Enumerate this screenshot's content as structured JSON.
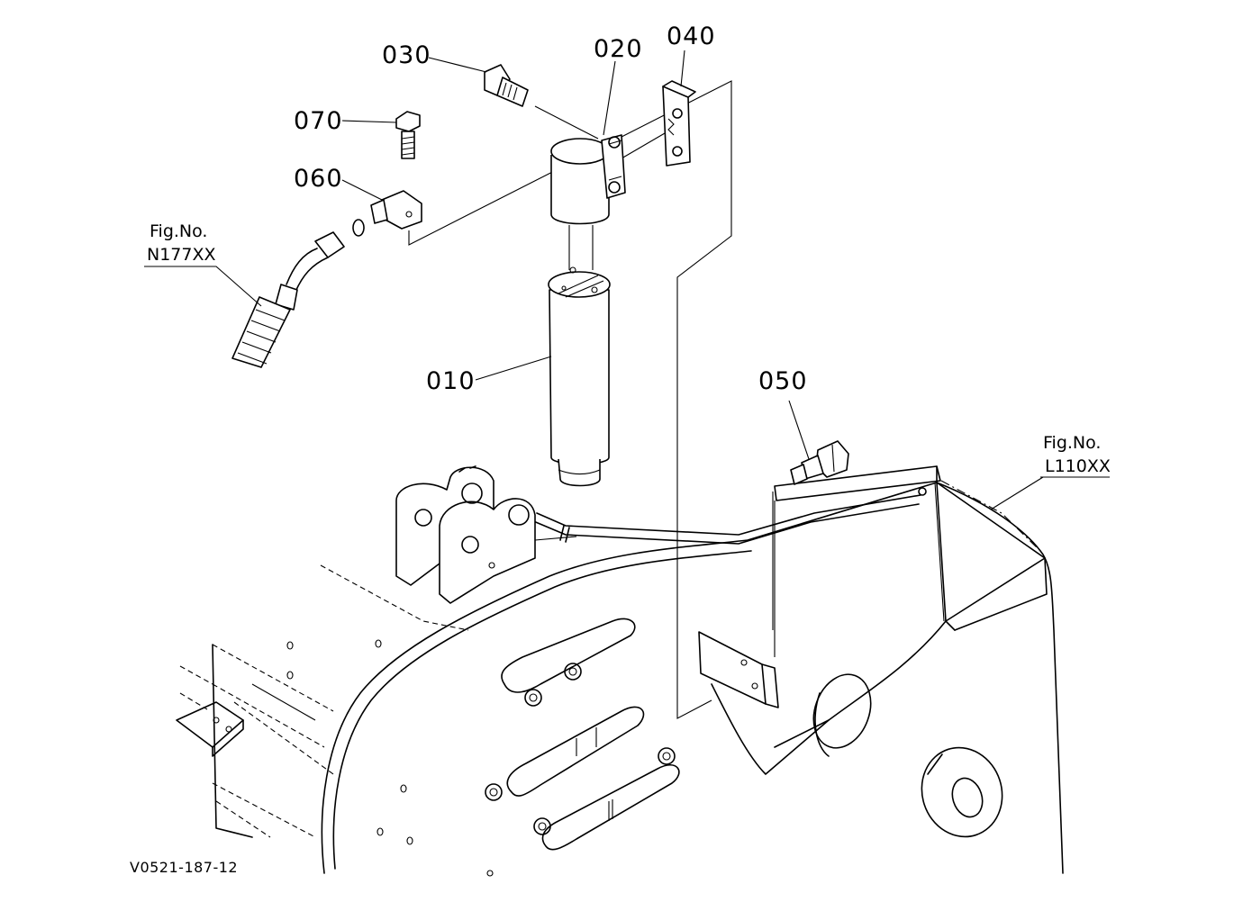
{
  "labels": {
    "p030": "030",
    "p020": "020",
    "p040": "040",
    "p070": "070",
    "p060": "060",
    "p010": "010",
    "p050": "050"
  },
  "refs": {
    "left": {
      "line1": "Fig.No.",
      "line2": "N177XX"
    },
    "right": {
      "line1": "Fig.No.",
      "line2": "L110XX"
    }
  },
  "drawing_code": "V0521-187-12"
}
